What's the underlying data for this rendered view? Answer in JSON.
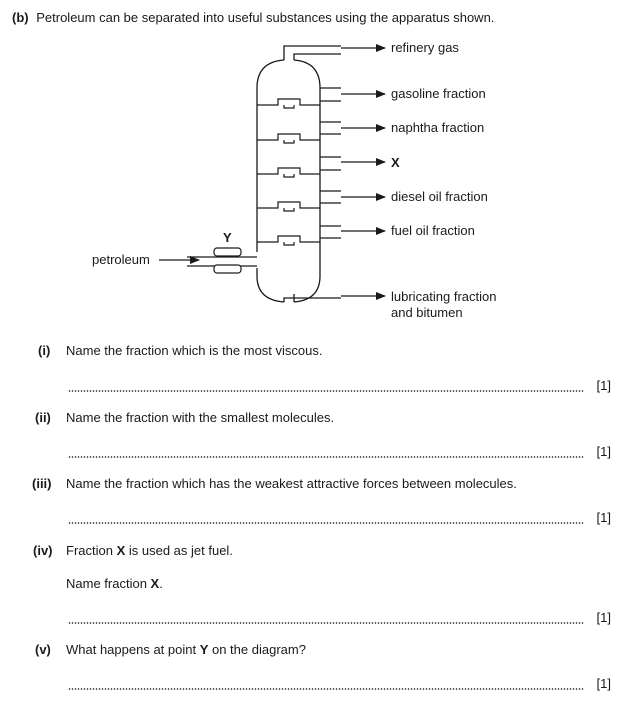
{
  "intro": {
    "part": "(b)",
    "text": "Petroleum can be separated into useful substances using the apparatus shown."
  },
  "diagram": {
    "fractions": [
      "refinery gas",
      "gasoline fraction",
      "naphtha fraction",
      "X",
      "diesel oil fraction",
      "fuel oil fraction",
      "lubricating fraction",
      "and bitumen"
    ],
    "input_label": "petroleum",
    "point_label": "Y"
  },
  "questions": [
    {
      "num": "(i)",
      "lines": [
        "Name the fraction which is the most viscous."
      ],
      "mark": "[1]"
    },
    {
      "num": "(ii)",
      "lines": [
        "Name the fraction with the smallest molecules."
      ],
      "mark": "[1]"
    },
    {
      "num": "(iii)",
      "lines": [
        "Name the fraction which has the weakest attractive forces between molecules."
      ],
      "mark": "[1]"
    },
    {
      "num": "(iv)",
      "lines": [
        "Fraction X is used as jet fuel.",
        "Name fraction X."
      ],
      "mark": "[1]"
    },
    {
      "num": "(v)",
      "lines": [
        "What happens at point Y on the diagram?"
      ],
      "mark": "[1]"
    }
  ]
}
